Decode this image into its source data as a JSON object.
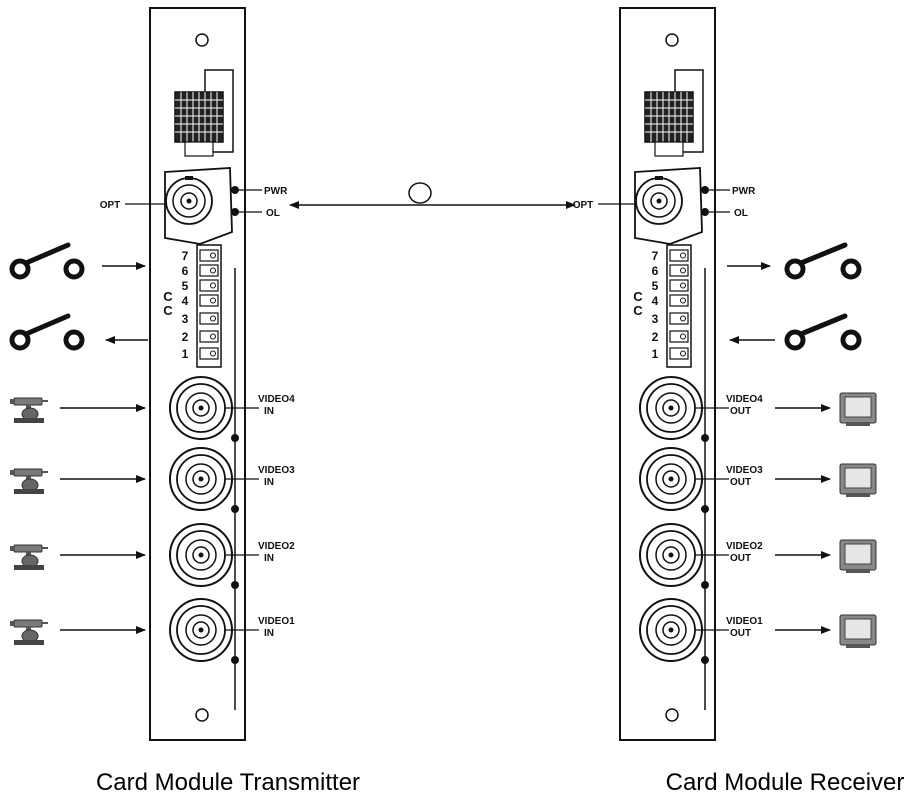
{
  "transmitter": {
    "caption": "Card Module Transmitter",
    "opt": "OPT",
    "pwr": "PWR",
    "ol": "OL",
    "cc_line1": "C",
    "cc_line2": "C",
    "cc_pins": [
      "7",
      "6",
      "5",
      "4",
      "3",
      "2",
      "1"
    ],
    "video": [
      {
        "name": "VIDEO4",
        "dir": "IN"
      },
      {
        "name": "VIDEO3",
        "dir": "IN"
      },
      {
        "name": "VIDEO2",
        "dir": "IN"
      },
      {
        "name": "VIDEO1",
        "dir": "IN"
      }
    ],
    "input_device": "camera-icon"
  },
  "receiver": {
    "caption": "Card Module Receiver",
    "opt": "OPT",
    "pwr": "PWR",
    "ol": "OL",
    "cc_line1": "C",
    "cc_line2": "C",
    "cc_pins": [
      "7",
      "6",
      "5",
      "4",
      "3",
      "2",
      "1"
    ],
    "video": [
      {
        "name": "VIDEO4",
        "dir": "OUT"
      },
      {
        "name": "VIDEO3",
        "dir": "OUT"
      },
      {
        "name": "VIDEO2",
        "dir": "OUT"
      },
      {
        "name": "VIDEO1",
        "dir": "OUT"
      }
    ],
    "output_device": "monitor-icon"
  },
  "link": {
    "medium": "fiber-coil-icon"
  },
  "colors": {
    "line": "#111111",
    "connector_fill": "#e6e6e6",
    "device_gray": "#7a7a7a"
  }
}
